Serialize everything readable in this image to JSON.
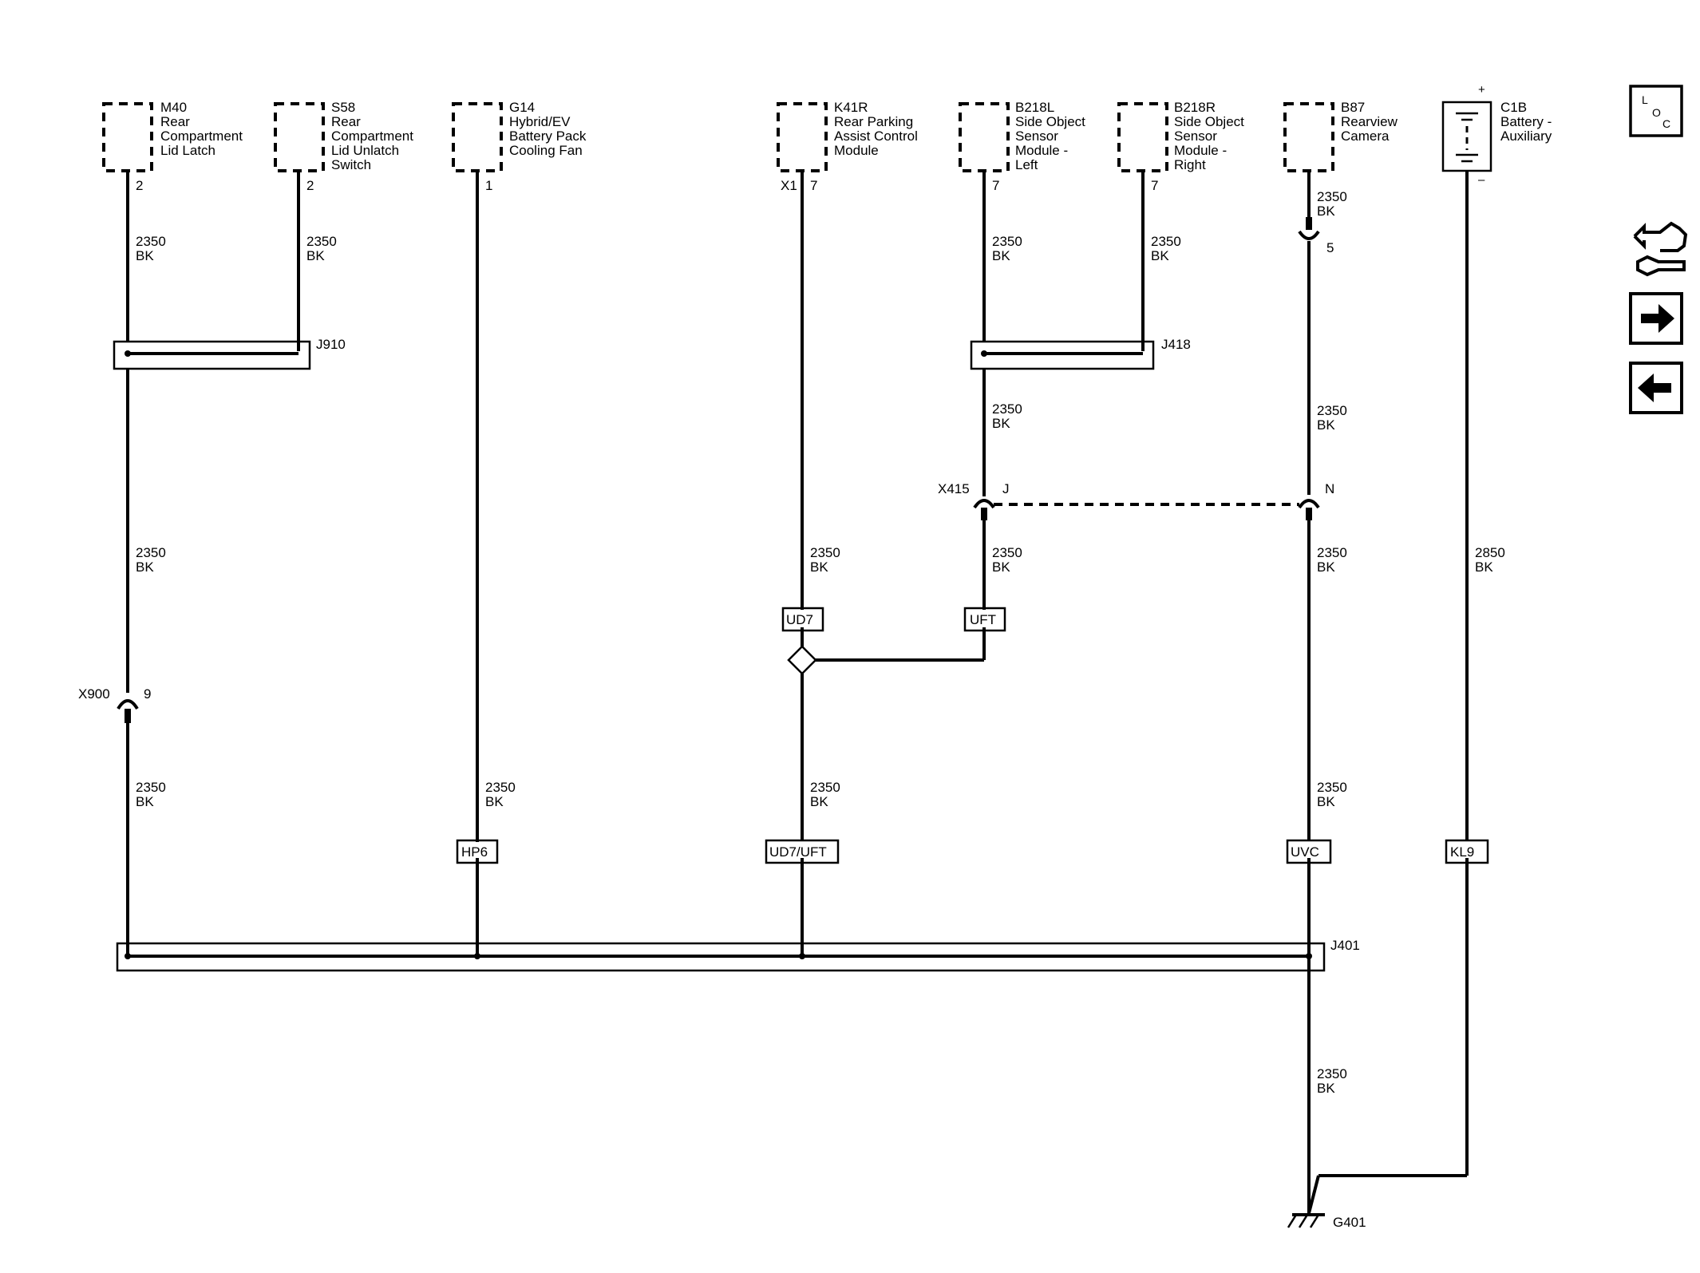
{
  "components": [
    {
      "id": "M40",
      "lines": [
        "Rear",
        "Compartment",
        "Lid Latch"
      ],
      "pin": "2"
    },
    {
      "id": "S58",
      "lines": [
        "Rear",
        "Compartment",
        "Lid Unlatch",
        "Switch"
      ],
      "pin": "2"
    },
    {
      "id": "G14",
      "lines": [
        "Hybrid/EV",
        "Battery Pack",
        "Cooling Fan"
      ],
      "pin": "1"
    },
    {
      "id": "K41R",
      "lines": [
        "Rear Parking",
        "Assist Control",
        "Module"
      ],
      "connector": "X1",
      "pin": "7"
    },
    {
      "id": "B218L",
      "lines": [
        "Side Object",
        "Sensor",
        "Module -",
        "Left"
      ],
      "pin": "7"
    },
    {
      "id": "B218R",
      "lines": [
        "Side Object",
        "Sensor",
        "Module -",
        "Right"
      ],
      "pin": "7"
    },
    {
      "id": "B87",
      "lines": [
        "Rearview",
        "Camera"
      ]
    },
    {
      "id": "C1B",
      "lines": [
        "Battery -",
        "Auxiliary"
      ],
      "plus": "+",
      "minus": "–"
    }
  ],
  "wire_labels": [
    {
      "size": "2350",
      "color": "BK"
    },
    {
      "size": "2350",
      "color": "BK"
    },
    {
      "size": "2350",
      "color": "BK"
    },
    {
      "size": "2350",
      "color": "BK"
    },
    {
      "size": "2350",
      "color": "BK"
    },
    {
      "size": "2350",
      "color": "BK"
    },
    {
      "size": "2350",
      "color": "BK"
    },
    {
      "size": "2350",
      "color": "BK"
    },
    {
      "size": "2350",
      "color": "BK"
    },
    {
      "size": "2350",
      "color": "BK"
    },
    {
      "size": "2350",
      "color": "BK"
    },
    {
      "size": "2350",
      "color": "BK"
    },
    {
      "size": "2350",
      "color": "BK"
    },
    {
      "size": "2350",
      "color": "BK"
    },
    {
      "size": "2850",
      "color": "BK"
    },
    {
      "size": "2350",
      "color": "BK"
    }
  ],
  "splices": {
    "J910": "J910",
    "J418": "J418",
    "J401": "J401"
  },
  "connectors": {
    "X415": "X415",
    "X415_pin_J": "J",
    "X415_pin_N": "N",
    "X900": "X900",
    "X900_pin": "9",
    "B87_pin": "5"
  },
  "options": [
    "UD7",
    "UFT",
    "HP6",
    "UD7/UFT",
    "UVC",
    "KL9"
  ],
  "ground": "G401",
  "loc_letters": [
    "L",
    "O",
    "C"
  ],
  "nav_icons": [
    "location-icon",
    "diagnostic-tools-icon",
    "next-page-arrow-icon",
    "previous-page-arrow-icon"
  ]
}
